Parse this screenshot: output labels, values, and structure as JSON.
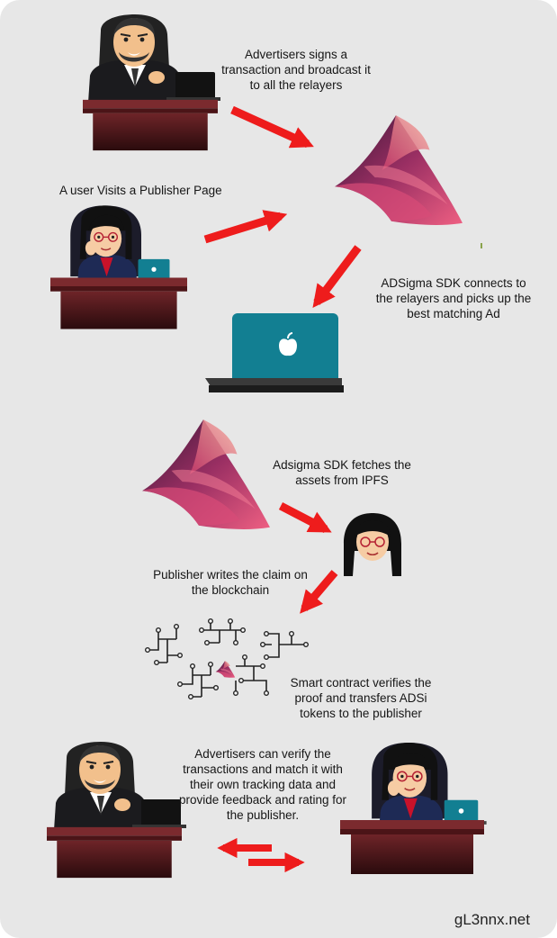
{
  "captions": {
    "step1": "Advertisers signs a\ntransaction and broadcast it\nto all the relayers",
    "step2": "A user Visits a Publisher Page",
    "step3": "ADSigma SDK connects to\nthe relayers and picks up the\nbest matching Ad",
    "step4": "Adsigma SDK fetches the\nassets from IPFS",
    "step5": "Publisher writes the claim on\nthe blockchain",
    "step6": "Smart contract verifies the\nproof and transfers ADSi\ntokens to the publisher",
    "step7": "Advertisers can verify the\ntransactions and match it with\ntheir own tracking data and\nprovide feedback and rating for\nthe publisher."
  },
  "watermark": "gL3nnx.net",
  "colors": {
    "arrow": "#ee1c1c",
    "background": "#e7e7e7",
    "desk": "#5a1e22",
    "laptop": "#127f92",
    "logo_dark": "#5a1f47",
    "logo_light": "#e55376"
  },
  "icons": [
    "advertiser-icon",
    "publisher-icon",
    "adsigma-logo-icon",
    "laptop-icon",
    "blockchain-network-icon",
    "apple-icon"
  ]
}
